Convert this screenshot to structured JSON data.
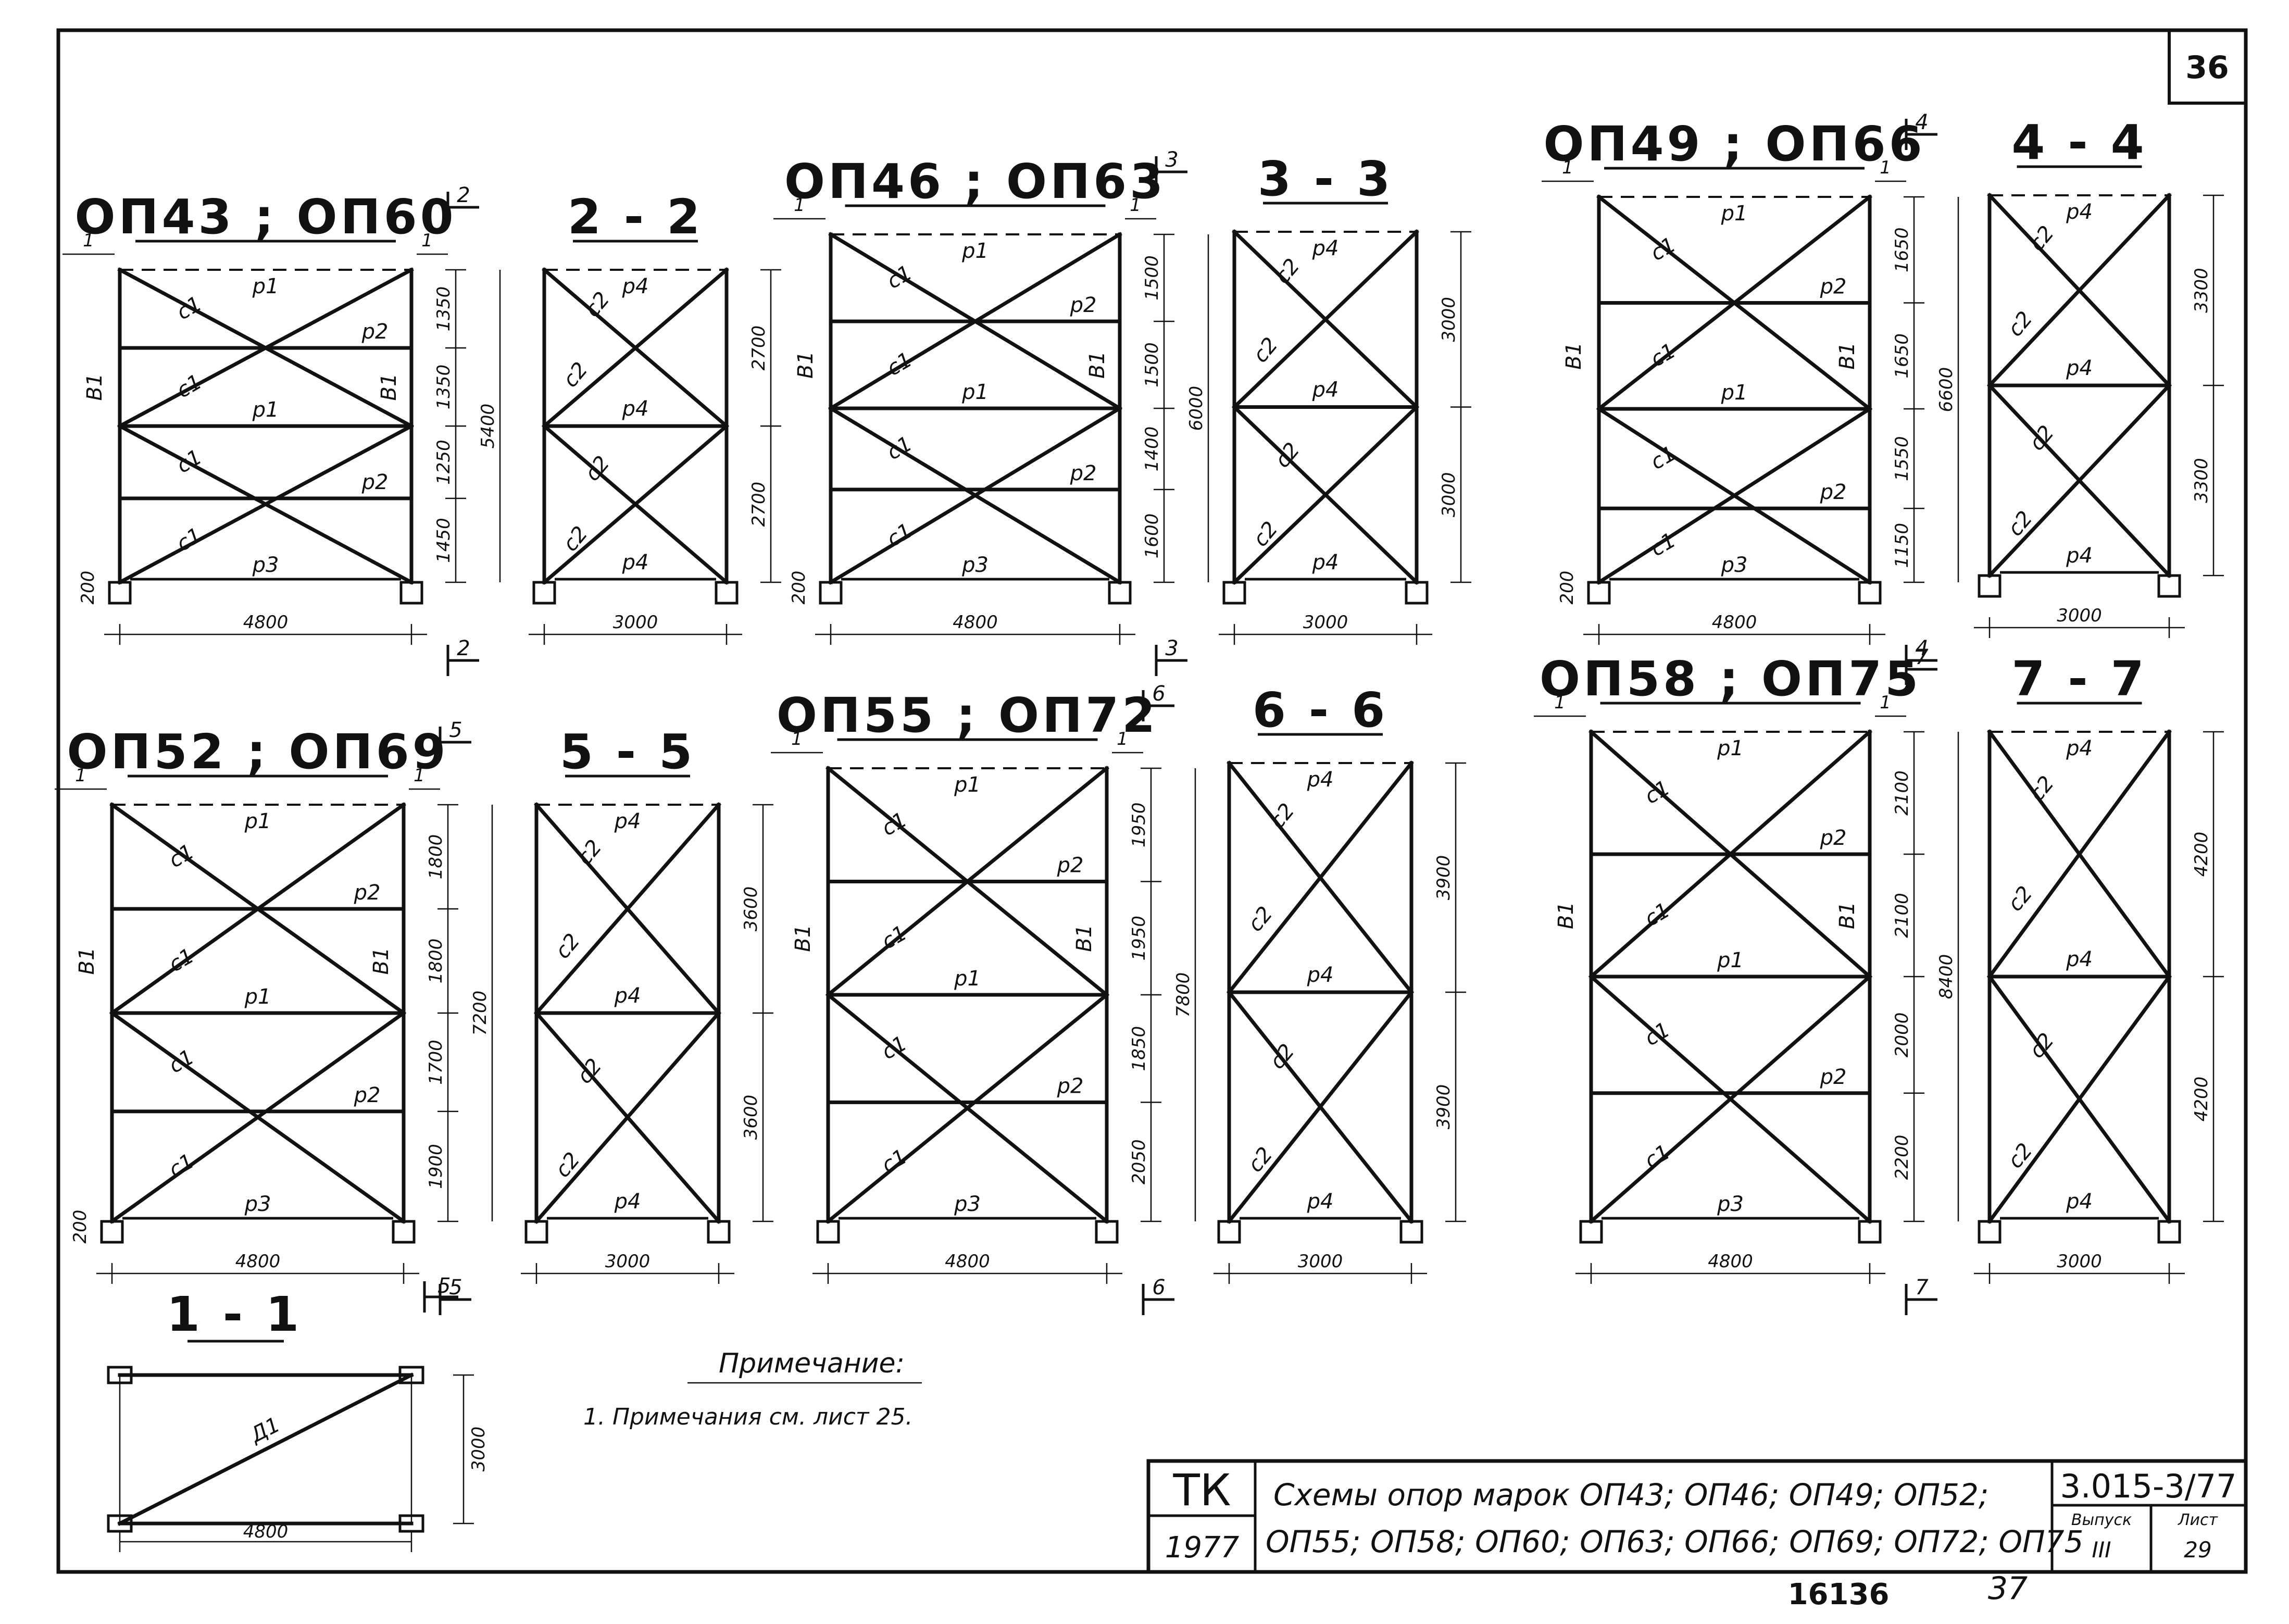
{
  "sheet": {
    "number": "36",
    "stamp": "16136",
    "page": "37"
  },
  "schemes": [
    {
      "id": "op43",
      "title": "ОП43 ; ОП60",
      "b1_left": "В1",
      "b1_right": "В1",
      "cut_left": "1",
      "cut_right": "1",
      "cut_mark": "2",
      "panels": [
        {
          "r": "р1",
          "c": "с1"
        },
        {
          "r": "р2",
          "c": "с1"
        },
        {
          "r": "р1",
          "c": "с1"
        },
        {
          "r": "р2",
          "c": "с1"
        },
        {
          "r": "р3",
          "c": ""
        }
      ],
      "dims": [
        "1350",
        "1350",
        "1250",
        "1450"
      ],
      "total": "5400",
      "base": "200",
      "width": "4800"
    },
    {
      "id": "s22",
      "title": "2 - 2",
      "labels": [
        "р4",
        "с2",
        "с2",
        "р4",
        "с2",
        "с2",
        "р4"
      ],
      "dims": [
        "2700",
        "2700"
      ],
      "width": "3000"
    },
    {
      "id": "op46",
      "title": "ОП46 ; ОП63",
      "b1_left": "В1",
      "b1_right": "В1",
      "cut_left": "1",
      "cut_right": "1",
      "cut_mark": "3",
      "panels": [
        {
          "r": "р1",
          "c": "с1"
        },
        {
          "r": "р2",
          "c": "с1"
        },
        {
          "r": "р1",
          "c": "с1"
        },
        {
          "r": "р2",
          "c": "с1"
        },
        {
          "r": "р3",
          "c": ""
        }
      ],
      "dims": [
        "1500",
        "1500",
        "1400",
        "1600"
      ],
      "total": "6000",
      "base": "200",
      "width": "4800"
    },
    {
      "id": "s33",
      "title": "3 - 3",
      "labels": [
        "р4",
        "с2",
        "с2",
        "р4",
        "с2",
        "с2",
        "р4"
      ],
      "dims": [
        "3000",
        "3000"
      ],
      "width": "3000"
    },
    {
      "id": "op49",
      "title": "ОП49 ; ОП66",
      "b1_left": "В1",
      "b1_right": "В1",
      "cut_left": "1",
      "cut_right": "1",
      "cut_mark": "4",
      "panels": [
        {
          "r": "р1",
          "c": "с1"
        },
        {
          "r": "р2",
          "c": "с1"
        },
        {
          "r": "р1",
          "c": "с1"
        },
        {
          "r": "р2",
          "c": "с1"
        },
        {
          "r": "р3",
          "c": ""
        }
      ],
      "dims": [
        "1650",
        "1650",
        "1550",
        "1150"
      ],
      "total": "6600",
      "base": "200",
      "width": "4800"
    },
    {
      "id": "s44",
      "title": "4 - 4",
      "labels": [
        "р4",
        "с2",
        "с2",
        "р4",
        "с2",
        "с2",
        "р4"
      ],
      "dims": [
        "3300",
        "3300"
      ],
      "width": "3000"
    },
    {
      "id": "op52",
      "title": "ОП52 ; ОП69",
      "b1_left": "В1",
      "b1_right": "В1",
      "cut_left": "1",
      "cut_right": "1",
      "cut_mark": "5",
      "panels": [
        {
          "r": "р1",
          "c": "с1"
        },
        {
          "r": "р2",
          "c": "с1"
        },
        {
          "r": "р1",
          "c": "с1"
        },
        {
          "r": "р2",
          "c": "с1"
        },
        {
          "r": "р3",
          "c": ""
        }
      ],
      "dims": [
        "1800",
        "1800",
        "1700",
        "1900"
      ],
      "total": "7200",
      "base": "200",
      "width": "4800"
    },
    {
      "id": "s55",
      "title": "5 - 5",
      "labels": [
        "р4",
        "с2",
        "с2",
        "р4",
        "с2",
        "с2",
        "р4"
      ],
      "dims": [
        "3600",
        "3600"
      ],
      "width": "3000"
    },
    {
      "id": "op55",
      "title": "ОП55 ; ОП72",
      "b1_left": "В1",
      "b1_right": "В1",
      "cut_left": "1",
      "cut_right": "1",
      "cut_mark": "6",
      "panels": [
        {
          "r": "р1",
          "c": "с1"
        },
        {
          "r": "р2",
          "c": "с1"
        },
        {
          "r": "р1",
          "c": "с1"
        },
        {
          "r": "р2",
          "c": "с1"
        },
        {
          "r": "р3",
          "c": ""
        }
      ],
      "dims": [
        "1950",
        "1950",
        "1850",
        "2050"
      ],
      "total": "7800",
      "base": "",
      "width": "4800"
    },
    {
      "id": "s66",
      "title": "6 - 6",
      "labels": [
        "р4",
        "с2",
        "с2",
        "р4",
        "с2",
        "с2",
        "р4"
      ],
      "dims": [
        "3900",
        "3900"
      ],
      "width": "3000"
    },
    {
      "id": "op58",
      "title": "ОП58 ; ОП75",
      "b1_left": "В1",
      "b1_right": "В1",
      "cut_left": "1",
      "cut_right": "1",
      "cut_mark": "7",
      "panels": [
        {
          "r": "р1",
          "c": "с1"
        },
        {
          "r": "р2",
          "c": "с1"
        },
        {
          "r": "р1",
          "c": "с1"
        },
        {
          "r": "р2",
          "c": "с1"
        },
        {
          "r": "р3",
          "c": ""
        }
      ],
      "dims": [
        "2100",
        "2100",
        "2000",
        "2200"
      ],
      "total": "8400",
      "base": "",
      "width": "4800"
    },
    {
      "id": "s77",
      "title": "7 - 7",
      "labels": [
        "р4",
        "с2",
        "с2",
        "р4",
        "с2",
        "с2",
        "р4"
      ],
      "dims": [
        "4200",
        "4200"
      ],
      "width": "3000"
    }
  ],
  "section11": {
    "title": "1 - 1",
    "brace": "Д1",
    "height": "3000",
    "width": "4800",
    "cut": "5"
  },
  "note": {
    "heading": "Примечание:",
    "text": "1. Примечания см. лист 25."
  },
  "titleblock": {
    "org": "ТК",
    "year": "1977",
    "line1": "Схемы опор марок ОП43; ОП46; ОП49; ОП52;",
    "line2": "ОП55; ОП58; ОП60; ОП63; ОП66; ОП69; ОП72; ОП75",
    "code": "3.015-3/77",
    "issue_label": "Выпуск",
    "issue": "III",
    "sheet_label": "Лист",
    "sheet": "29"
  }
}
